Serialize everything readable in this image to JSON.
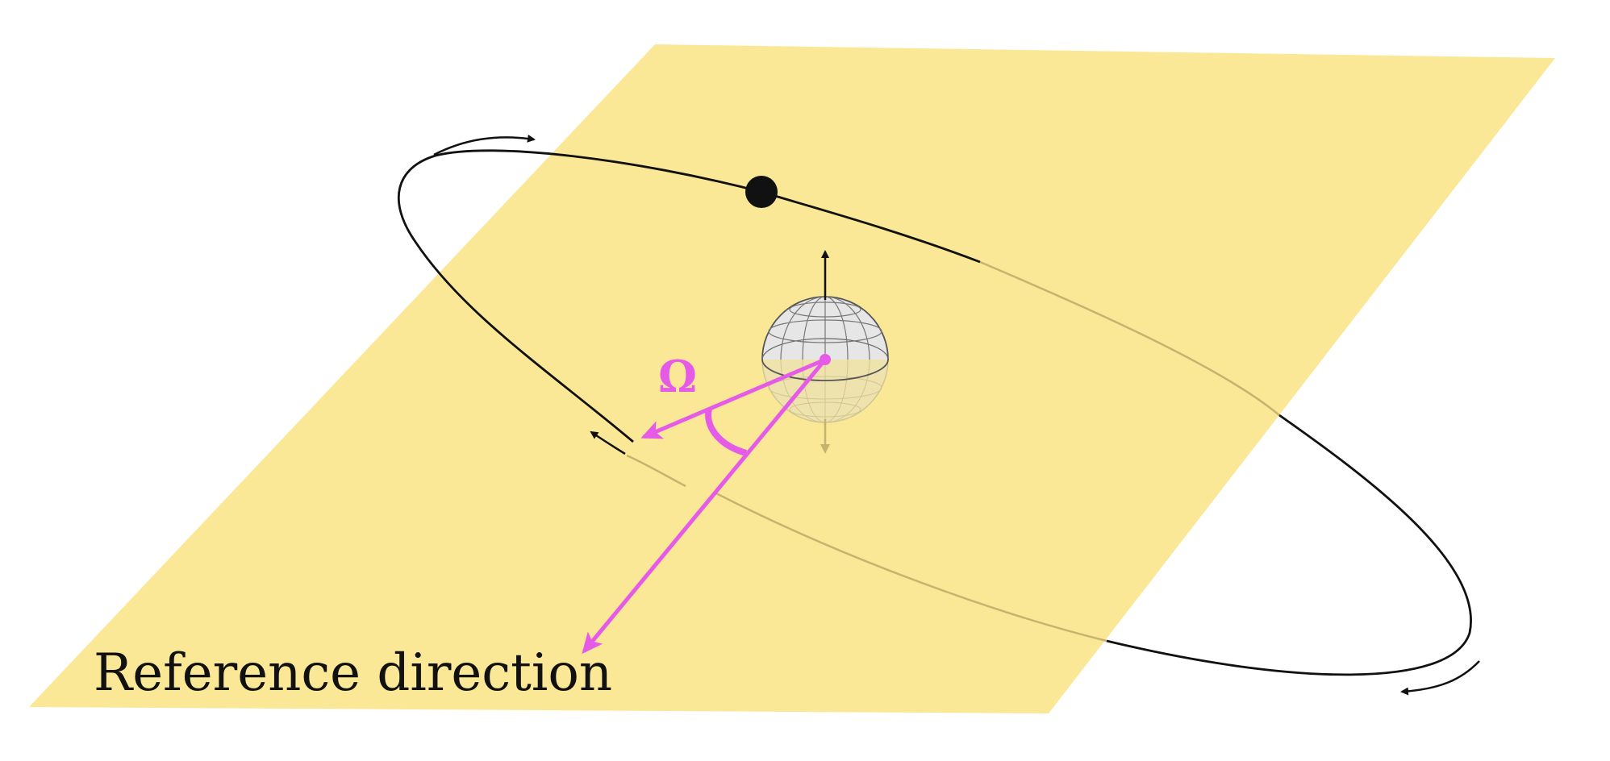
{
  "labels": {
    "reference_direction": "Reference direction",
    "omega": "Ω"
  },
  "colors": {
    "plane": "#fae897",
    "orbit": "#111111",
    "orbit_behind": "#c4b46e",
    "accent": "#e55be8",
    "globe_fill": "#e6e6e6",
    "globe_grid": "#777777"
  },
  "icons": {
    "satellite": "filled-black-circle",
    "planet": "wireframe-globe-icon",
    "motion_arrows": "curved-arrow-icon"
  }
}
